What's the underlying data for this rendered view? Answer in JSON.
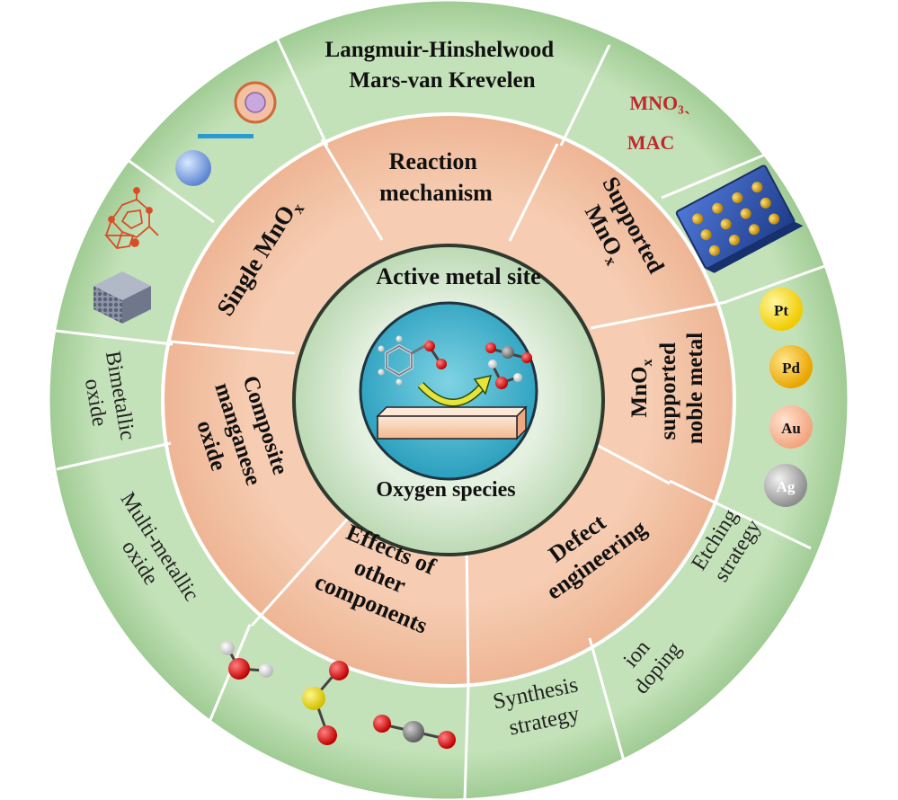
{
  "center": {
    "top_label": "Active metal site",
    "bottom_label": "Oxygen species"
  },
  "middle_ring": {
    "reaction_mechanism": [
      "Reaction",
      "mechanism"
    ],
    "supported_mnox": [
      "Supported",
      "MnO"
    ],
    "mnox_noble_metal": [
      "MnO",
      "supported",
      "noble metal"
    ],
    "defect_engineering": [
      "Defect",
      "engineering"
    ],
    "effects_other": [
      "Effects of",
      "other",
      "components"
    ],
    "composite": [
      "Composite",
      "manganese",
      "oxide"
    ],
    "single_mnox": "Single MnO",
    "subscript_x": "x"
  },
  "outer_ring": {
    "mechanisms": [
      "Langmuir-Hinshelwood",
      "Mars-van Krevelen"
    ],
    "supports": [
      "MNO₃ˎ",
      "MAC"
    ],
    "noble_metals": [
      "Pt",
      "Pd",
      "Au",
      "Ag"
    ],
    "etching": [
      "Etching",
      "strategy"
    ],
    "ion_doping": [
      "ion",
      "doping"
    ],
    "synthesis": [
      "Synthesis",
      "strategy"
    ],
    "multi_metallic": [
      "Multi-metallic",
      "oxide"
    ],
    "bimetallic": [
      "Bimetallic",
      "oxide"
    ]
  },
  "colors": {
    "outer_ring": "#b9dcae",
    "middle_ring": "#f3c4a8",
    "center_outer": "#d6e9d2",
    "pool": "#48b8cf",
    "label_red": "#c0282d",
    "gold": "#e8b400",
    "pt": "#f7d600"
  },
  "icons": [
    "hollow-sphere-icon",
    "nanorod-icon",
    "sphere-icon",
    "mof-framework-icon",
    "cubic-lattice-icon",
    "support-plate-icon",
    "water-molecule-icon",
    "so2-molecule-icon",
    "co2-molecule-icon",
    "toluene-molecule-icon",
    "o2-molecule-icon",
    "catalyst-bar-icon",
    "reaction-arrow-icon"
  ]
}
